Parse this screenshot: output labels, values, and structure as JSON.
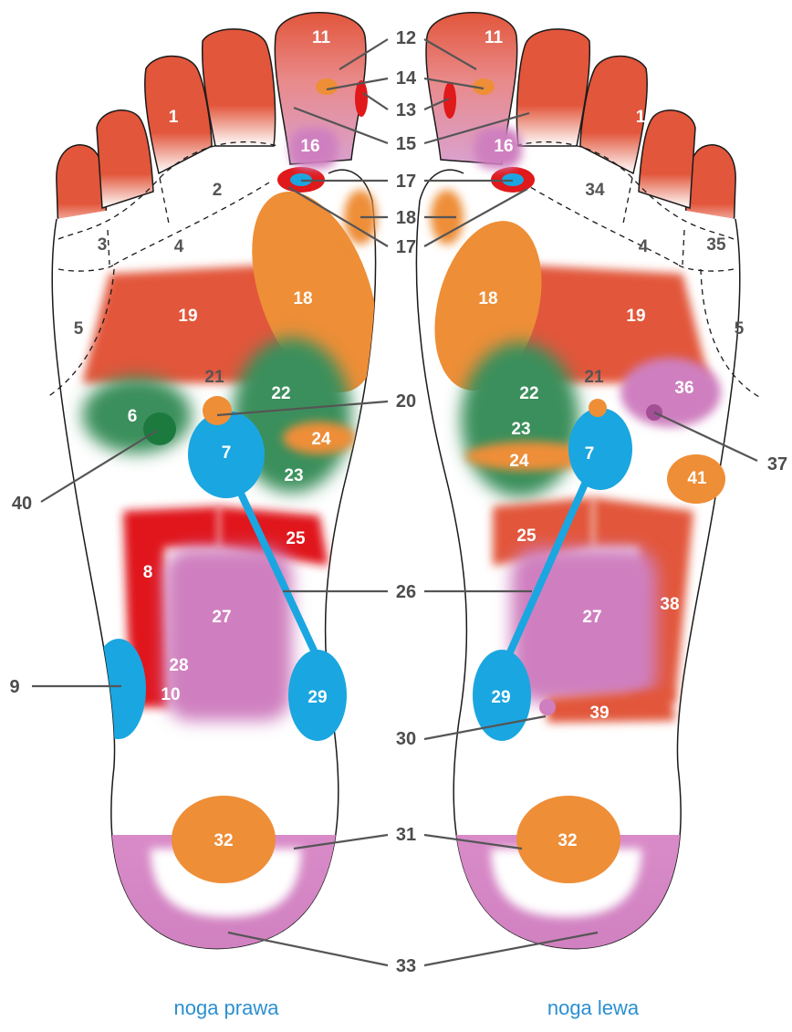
{
  "captions": {
    "right": "noga prawa",
    "left": "noga lewa"
  },
  "colors": {
    "red": "#e2563b",
    "deep_red": "#e0191b",
    "orange": "#ee8e37",
    "green": "#3a8f5c",
    "pink": "#cf7fbf",
    "blue": "#1aa6e0",
    "leader": "#555555",
    "outline": "#1a1a1a",
    "caption": "#2b8fd0"
  },
  "zone_labels": {
    "right_foot": [
      "11",
      "16",
      "1",
      "2",
      "3",
      "4",
      "5",
      "19",
      "18",
      "21",
      "22",
      "6",
      "7",
      "24",
      "23",
      "25",
      "8",
      "27",
      "28",
      "10",
      "29",
      "32"
    ],
    "left_foot": [
      "11",
      "16",
      "1",
      "34",
      "4",
      "35",
      "18",
      "19",
      "5",
      "21",
      "22",
      "36",
      "23",
      "24",
      "7",
      "41",
      "25",
      "27",
      "38",
      "29",
      "39",
      "32"
    ]
  },
  "callouts": [
    "12",
    "14",
    "13",
    "15",
    "17",
    "18",
    "17",
    "20",
    "40",
    "37",
    "26",
    "9",
    "30",
    "31",
    "33"
  ]
}
